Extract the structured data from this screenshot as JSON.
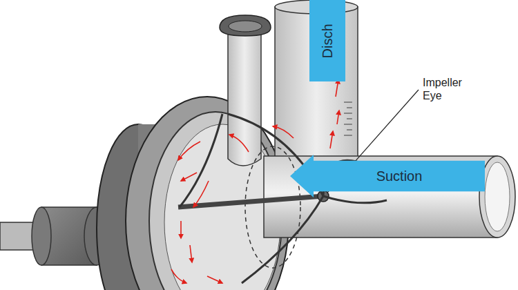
{
  "diagram": {
    "nodes": [
      {
        "text": [
          "Disch"
        ]
      },
      {
        "text": [
          "Suction"
        ]
      }
    ],
    "labels": [
      "Impeller Eye"
    ]
  }
}
